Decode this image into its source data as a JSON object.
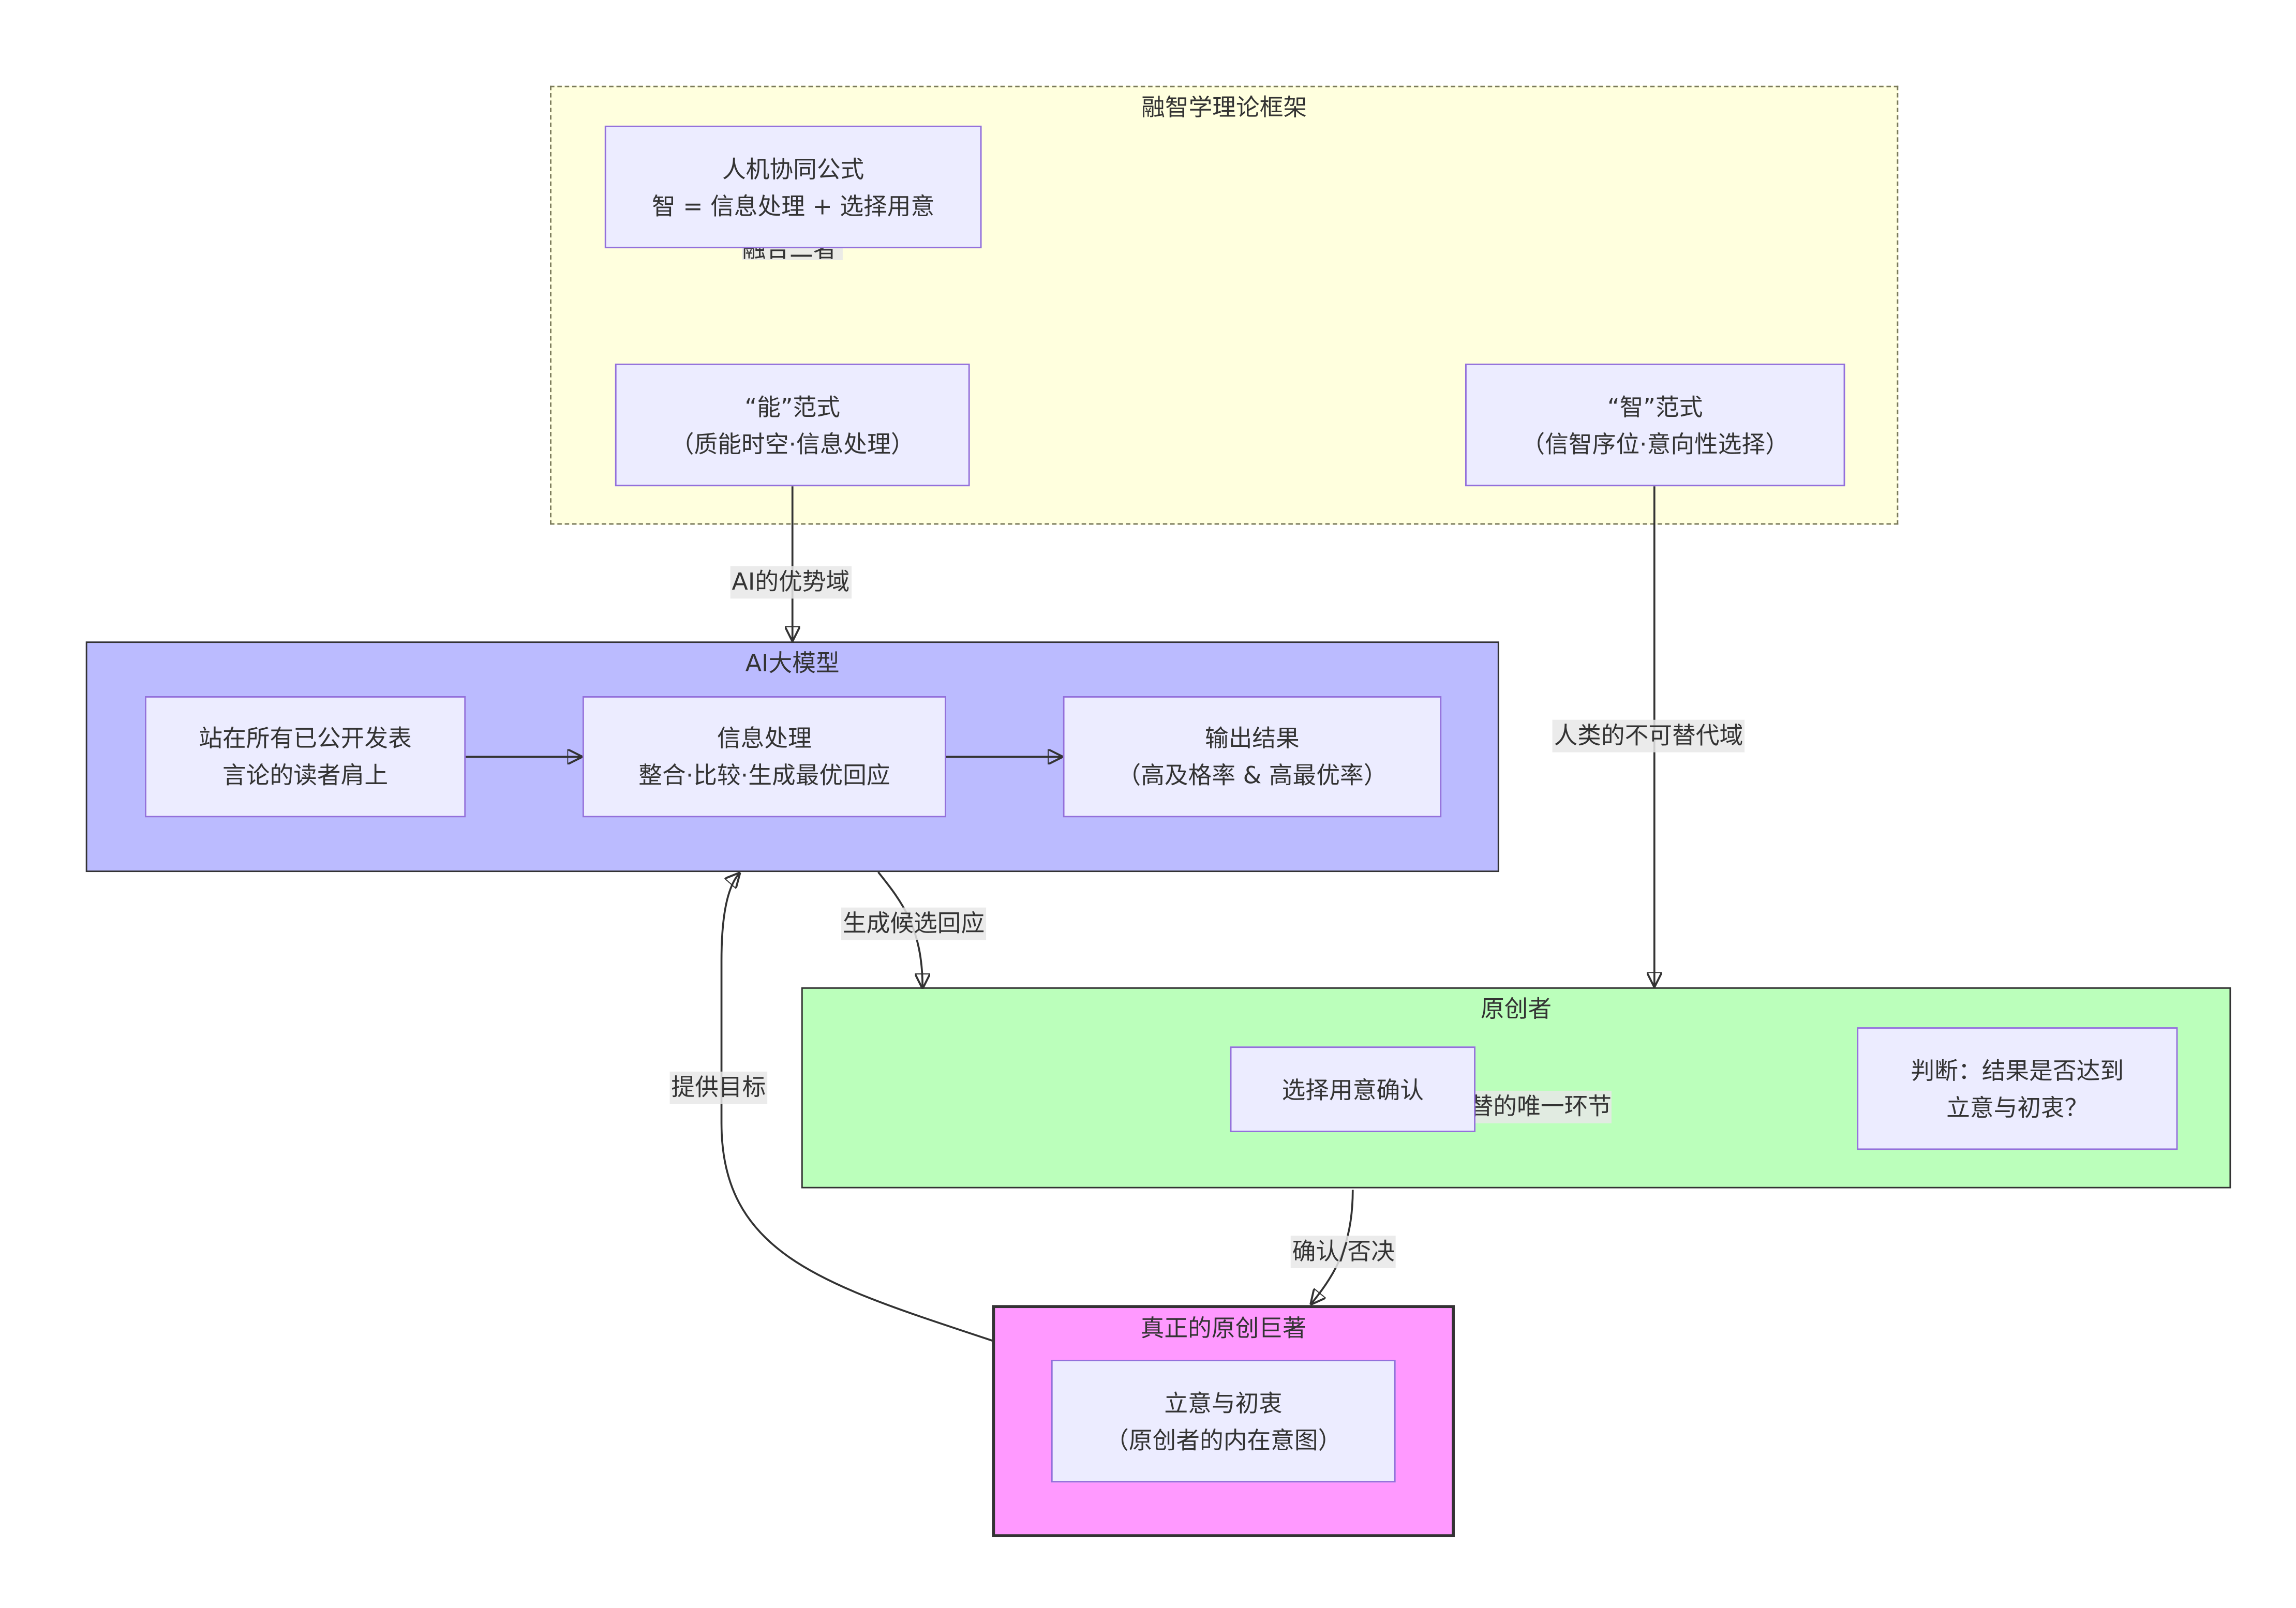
{
  "colors": {
    "framework_fill": "#FFFFDE",
    "ai_fill": "#BBBBFF",
    "creator_fill": "#BBFFBB",
    "work_fill": "#FF99FF",
    "node_fill": "#ECECFF",
    "node_border": "#9370DB",
    "line": "#333333"
  },
  "framework": {
    "title": "融智学理论框架",
    "formula_line1": "人机协同公式",
    "formula_line2": "智 = 信息处理 + 选择用意",
    "hidden_edge_label": "融合二者",
    "neng_line1": "“能”范式",
    "neng_line2": "（质能时空·信息处理）",
    "zhi_line1": "“智”范式",
    "zhi_line2": "（信智序位·意向性选择）"
  },
  "ai": {
    "title": "AI大模型",
    "node1_line1": "站在所有已公开发表",
    "node1_line2": "言论的读者肩上",
    "node2_line1": "信息处理",
    "node2_line2": "整合·比较·生成最优回应",
    "node3_line1": "输出结果",
    "node3_line2": "（高及格率 & 高最优率）"
  },
  "creator": {
    "title": "原创者",
    "confirm_node": "选择用意确认",
    "hidden_edge_label": "代替的唯一环节",
    "judge_line1": "判断：结果是否达到",
    "judge_line2": "立意与初衷？"
  },
  "work": {
    "title": "真正的原创巨著",
    "node_line1": "立意与初衷",
    "node_line2": "（原创者的内在意图）"
  },
  "edges": {
    "ai_domain": "AI的优势域",
    "human_domain": "人类的不可替代域",
    "generate_candidates": "生成候选回应",
    "provide_goal": "提供目标",
    "confirm_reject": "确认/否决"
  }
}
